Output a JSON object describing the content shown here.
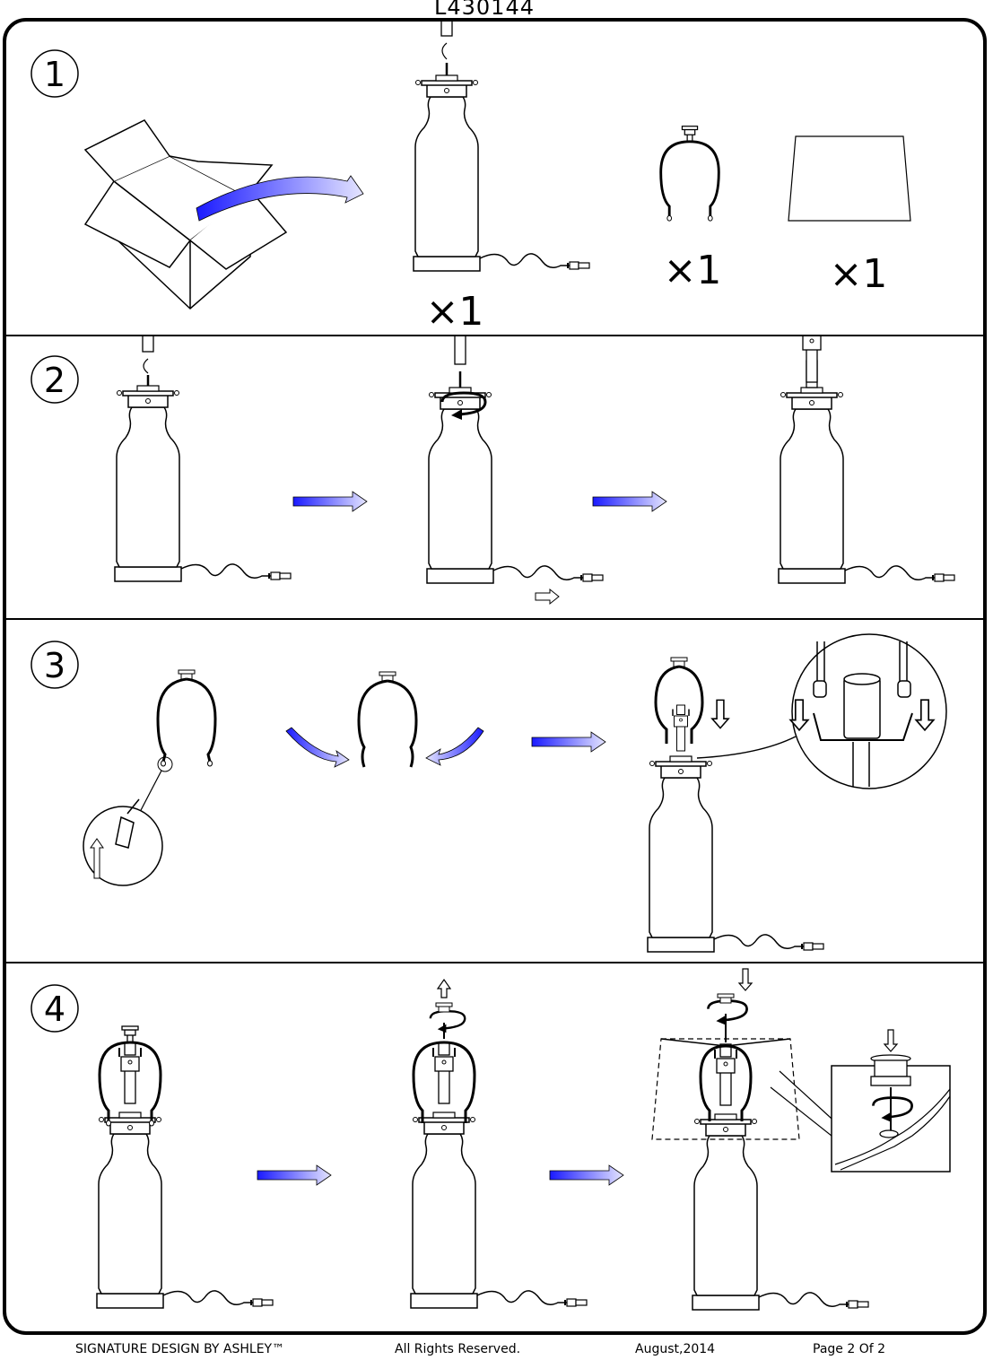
{
  "header": {
    "code": "L430144"
  },
  "steps": [
    {
      "number": "1",
      "quantities": [
        "×1",
        "×1",
        "×1"
      ]
    },
    {
      "number": "2"
    },
    {
      "number": "3"
    },
    {
      "number": "4"
    }
  ],
  "footer": {
    "brand": "SIGNATURE DESIGN BY ASHLEY™",
    "rights": "All Rights Reserved.",
    "date": "August,2014",
    "page": "Page 2 Of 2"
  },
  "colors": {
    "arrow_dark": "#1a1aff",
    "arrow_light": "#dcdcff",
    "line": "#000000"
  }
}
